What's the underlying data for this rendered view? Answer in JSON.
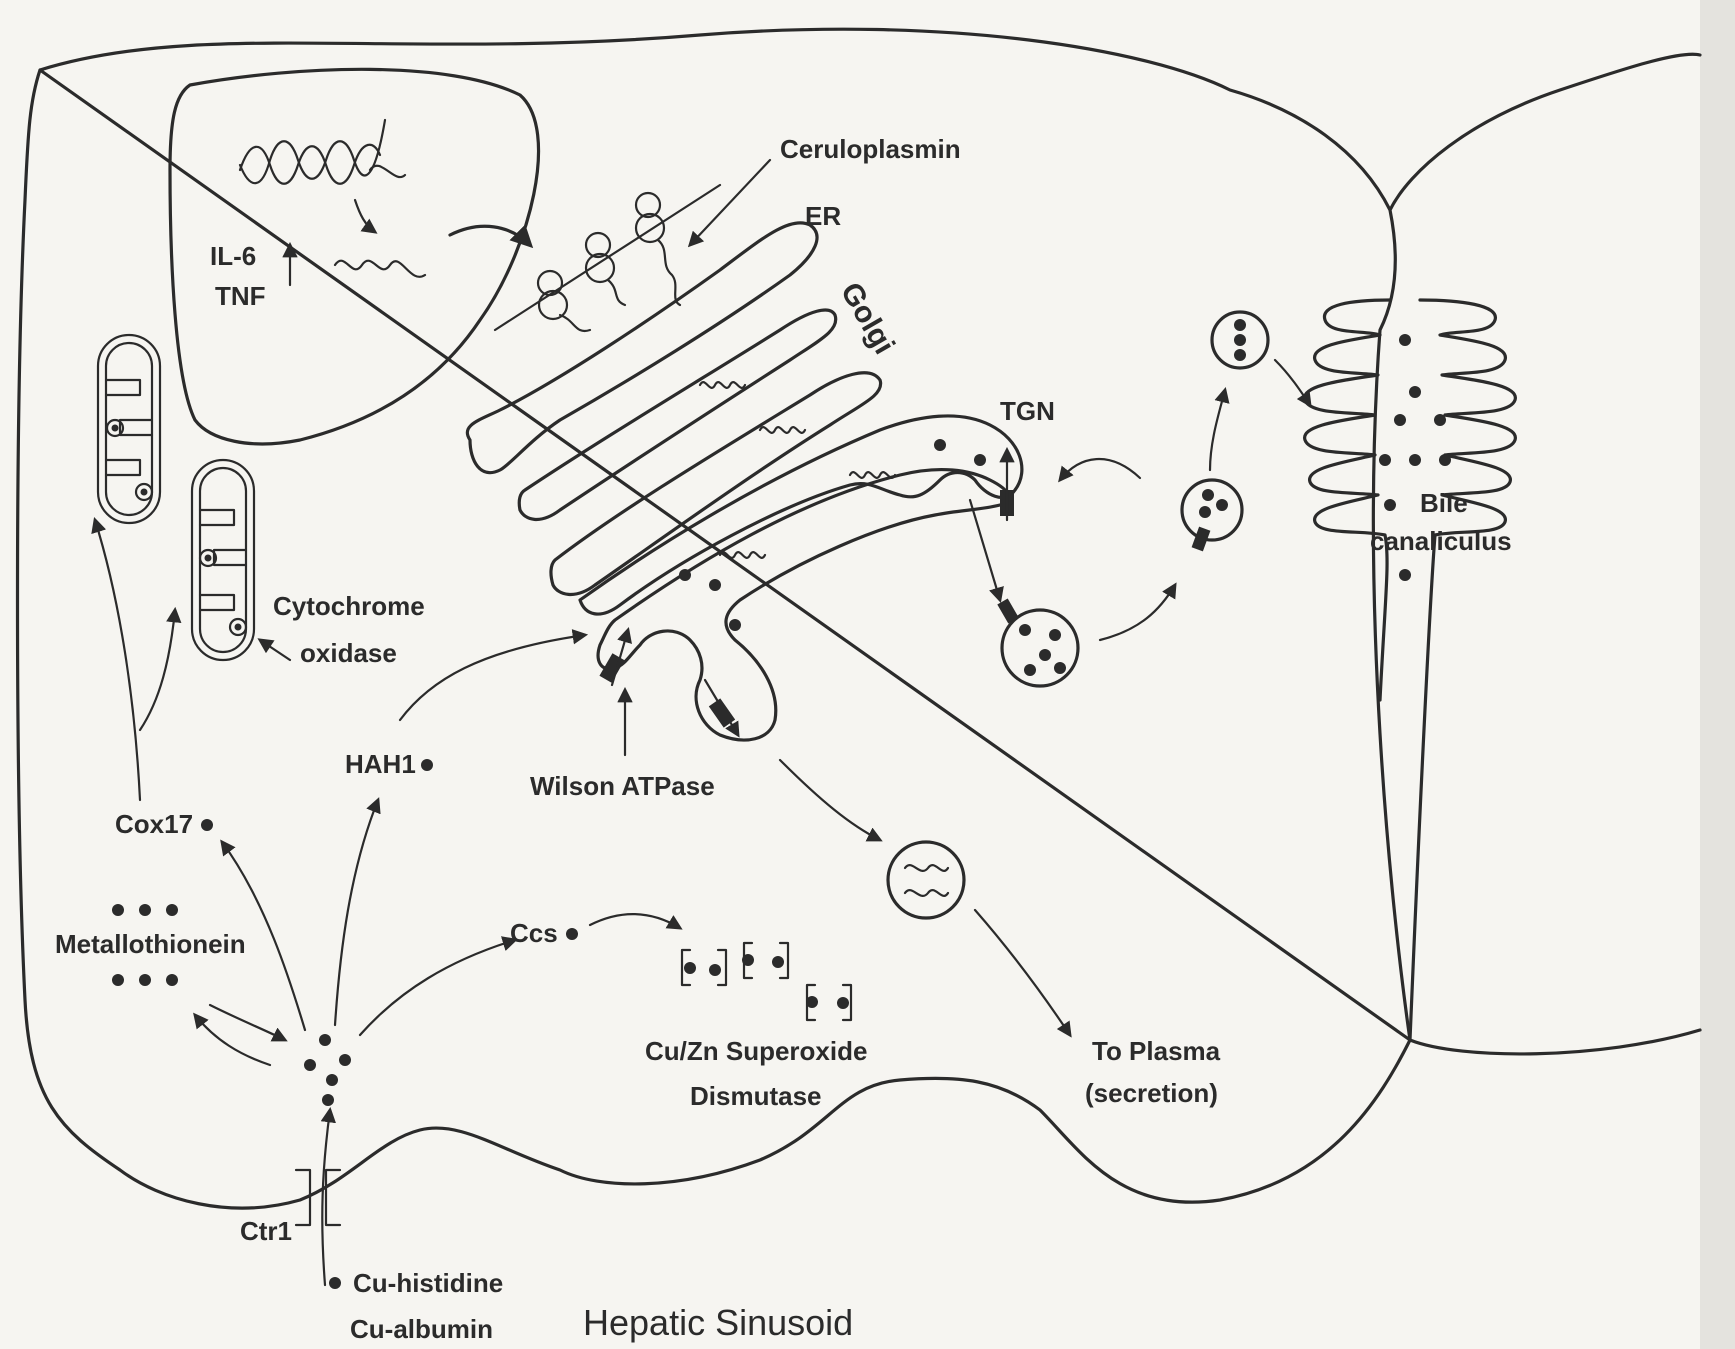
{
  "labels": {
    "ceruloplasmin": "Ceruloplasmin",
    "er": "ER",
    "golgi": "Golgi",
    "il6": "IL-6",
    "tnf": "TNF",
    "tgn": "TGN",
    "cytochrome": "Cytochrome",
    "oxidase": "oxidase",
    "hah1": "HAH1",
    "wilson_atpase": "Wilson ATPase",
    "cox17": "Cox17",
    "metallothionein": "Metallothionein",
    "ccs": "Ccs",
    "superoxide_line1": "Cu/Zn Superoxide",
    "superoxide_line2": "Dismutase",
    "to_plasma_line1": "To Plasma",
    "to_plasma_line2": "(secretion)",
    "bile_line1": "Bile",
    "bile_line2": "canaliculus",
    "ctr1": "Ctr1",
    "cu_histidine": "Cu-histidine",
    "cu_albumin": "Cu-albumin",
    "hepatic_sinusoid": "Hepatic Sinusoid"
  },
  "colors": {
    "ink": "#2b2b2b",
    "paper": "#f6f5f1",
    "edge_shade": "#e4e3de"
  }
}
